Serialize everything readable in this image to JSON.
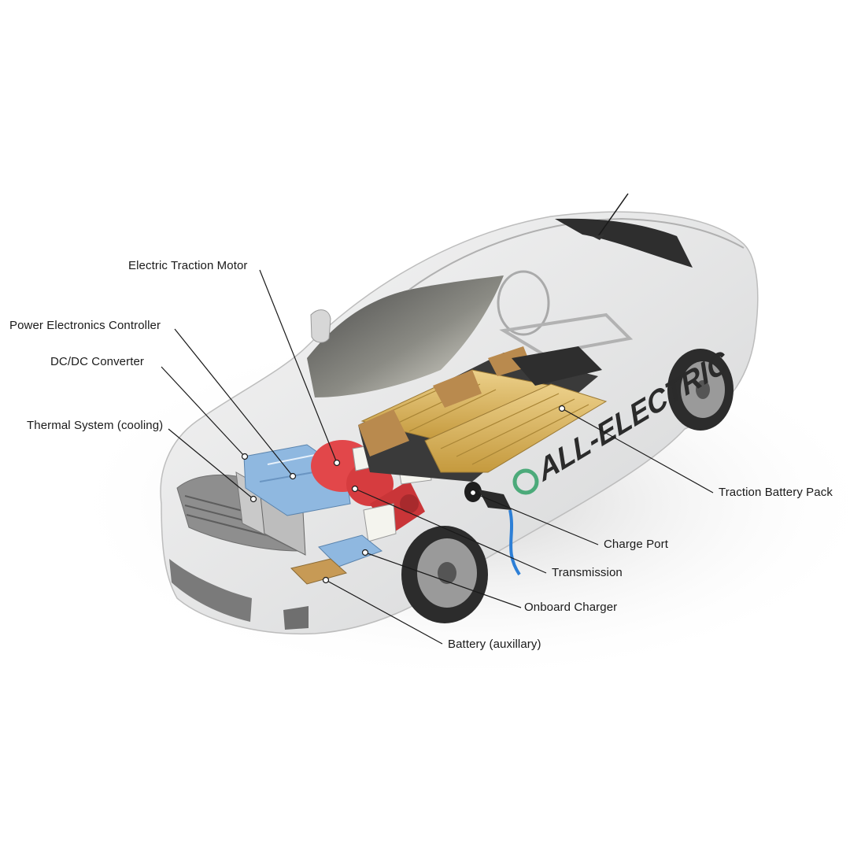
{
  "diagram": {
    "car_lettering": "ALL-ELECTRIC",
    "colors": {
      "battery_cells": "#d9b25a",
      "battery_modules": "#b98a4e",
      "motor": "#e2474a",
      "electronics": "#8fb8e0",
      "body": "#e9eaeb",
      "tinted_glass": "#3a3a3a",
      "charge_cable": "#2d7fd6",
      "leader_line": "#1a1a1a"
    },
    "labels": {
      "electric_traction_motor": "Electric Traction Motor",
      "power_electronics_controller": "Power Electronics Controller",
      "dc_dc_converter": "DC/DC Converter",
      "thermal_system": "Thermal System (cooling)",
      "traction_battery_pack": "Traction Battery Pack",
      "charge_port": "Charge Port",
      "transmission": "Transmission",
      "onboard_charger": "Onboard Charger",
      "battery_auxiliary": "Battery (auxillary)"
    }
  }
}
